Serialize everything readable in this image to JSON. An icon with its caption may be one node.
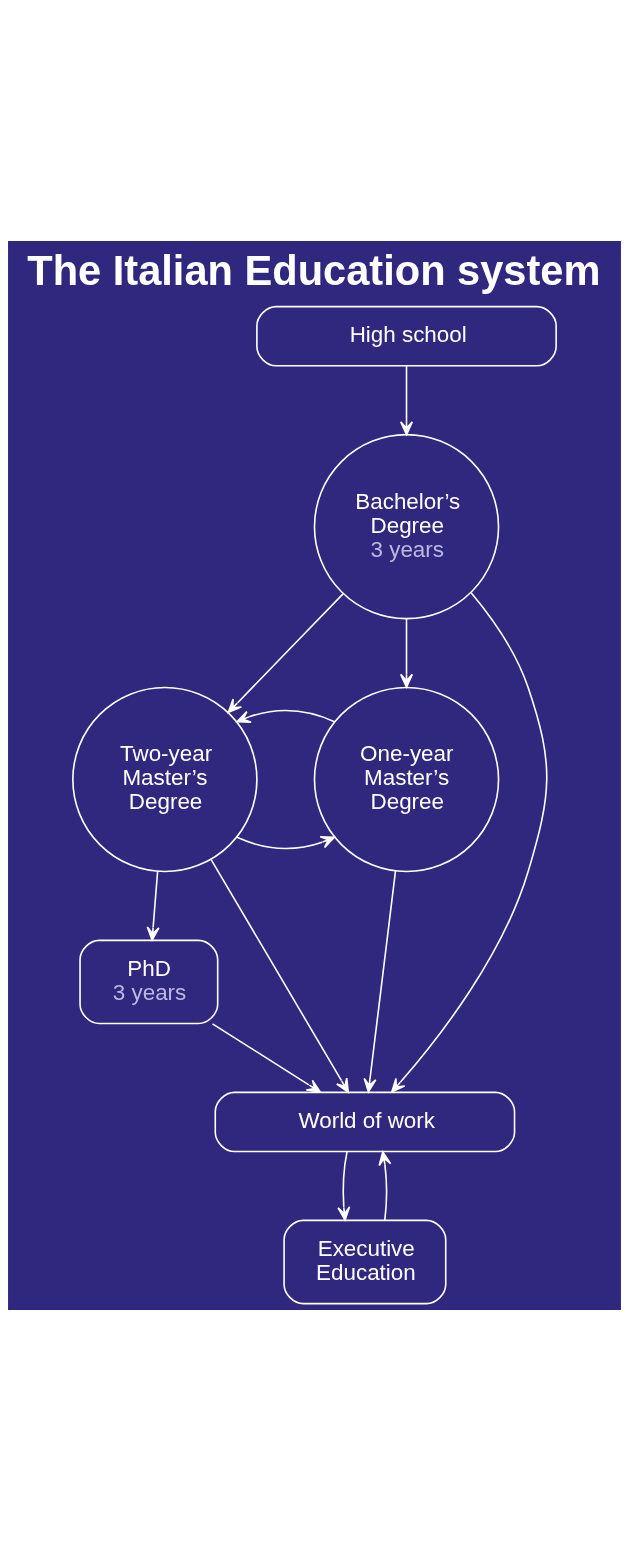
{
  "diagram": {
    "title": "The Italian Education system",
    "nodes": [
      {
        "text": [
          "High school"
        ]
      },
      {
        "text": [
          "Bachelor’s Degree",
          "3 years"
        ]
      },
      {
        "text": [
          "Two-year Master’s Degree"
        ]
      },
      {
        "text": [
          "One-year Master’s Degree"
        ]
      },
      {
        "text": [
          "PhD",
          "3 years"
        ]
      },
      {
        "text": [
          "World of work"
        ]
      },
      {
        "text": [
          "Executive Education"
        ]
      }
    ],
    "edges": [
      {
        "from": 0,
        "to": 1,
        "arrow": "to"
      },
      {
        "from": 1,
        "to": 2,
        "arrow": "to"
      },
      {
        "from": 1,
        "to": 3,
        "arrow": "to"
      },
      {
        "from": 1,
        "to": 5,
        "arrow": "to"
      },
      {
        "from": 2,
        "to": 3,
        "arrow": "to"
      },
      {
        "from": 3,
        "to": 2,
        "arrow": "to"
      },
      {
        "from": 2,
        "to": 4,
        "arrow": "to"
      },
      {
        "from": 2,
        "to": 5,
        "arrow": "to"
      },
      {
        "from": 3,
        "to": 5,
        "arrow": "to"
      },
      {
        "from": 4,
        "to": 5,
        "arrow": "to"
      },
      {
        "from": 5,
        "to": 6,
        "arrow": "to"
      },
      {
        "from": 6,
        "to": 5,
        "arrow": "to"
      }
    ]
  }
}
